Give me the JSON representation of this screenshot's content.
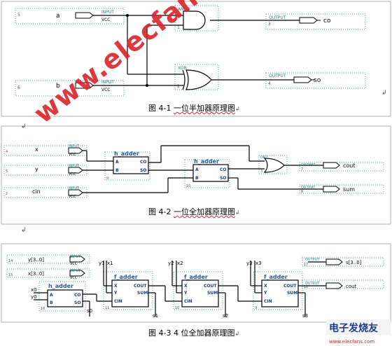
{
  "fig1": {
    "in_a": "a",
    "in_b": "b",
    "input_tag": "INPUT",
    "vcc": "VCC",
    "and_tag": "AND2",
    "xor_tag": "XOR",
    "output_tag": "OUTPUT",
    "out_co": "co",
    "out_so": "so",
    "n5": "5",
    "n6": "6",
    "n1": "1",
    "n2": "2",
    "n3": "3",
    "n4": "4",
    "caption_prefix": "图 4-1 ",
    "caption_main": "一位半加器原理图"
  },
  "fig2": {
    "in_x": "x",
    "in_y": "y",
    "in_cin": "cin",
    "input_tag": "INPUT",
    "vcc": "VCC",
    "block": "h_adder",
    "pA": "A",
    "pB": "B",
    "pCO": "CO",
    "pSO": "SO",
    "or_tag": "OR2",
    "output_tag": "OUTPUT",
    "out_cout": "cout",
    "out_sum": "sum",
    "n4": "4",
    "n5": "5",
    "n2": "2",
    "n9": "9",
    "n10": "10",
    "n3": "3",
    "n7": "7",
    "n8": "8",
    "caption_prefix": "图 4-2 ",
    "caption_main": "一位全加器原理图"
  },
  "fig3": {
    "in_y": "y[3..0]",
    "in_x": "x[3..0]",
    "input_tag": "INPUT",
    "vcc": "VCC",
    "x0": "x0",
    "y0": "y0",
    "h_block": "h_adder",
    "f_block": "f_adder",
    "pA": "A",
    "pB": "B",
    "pCO": "CO",
    "pSO": "SO",
    "pX": "X",
    "pY": "Y",
    "pCIN": "CIN",
    "pCOUT": "COUT",
    "pSUM": "SUM",
    "x1": "x1",
    "x2": "x2",
    "x3": "x3",
    "y1": "y1",
    "y2": "y2",
    "y3": "y3",
    "s0": "s0",
    "s1": "s1",
    "s2": "s2",
    "s3": "s3",
    "output_tag": "OUTPUT",
    "out_s": "s[3..0]",
    "out_cout": "cout",
    "n14": "14",
    "n15": "15",
    "n16": "16",
    "n11": "11",
    "n10": "10",
    "n9": "9",
    "n17": "17",
    "n18": "18",
    "caption": "图 4-3   4 位全加器原理图"
  },
  "watermark": "www.elecfans.com",
  "brand": {
    "main": "电子发烧友",
    "sub": "www.elecfans.com"
  }
}
